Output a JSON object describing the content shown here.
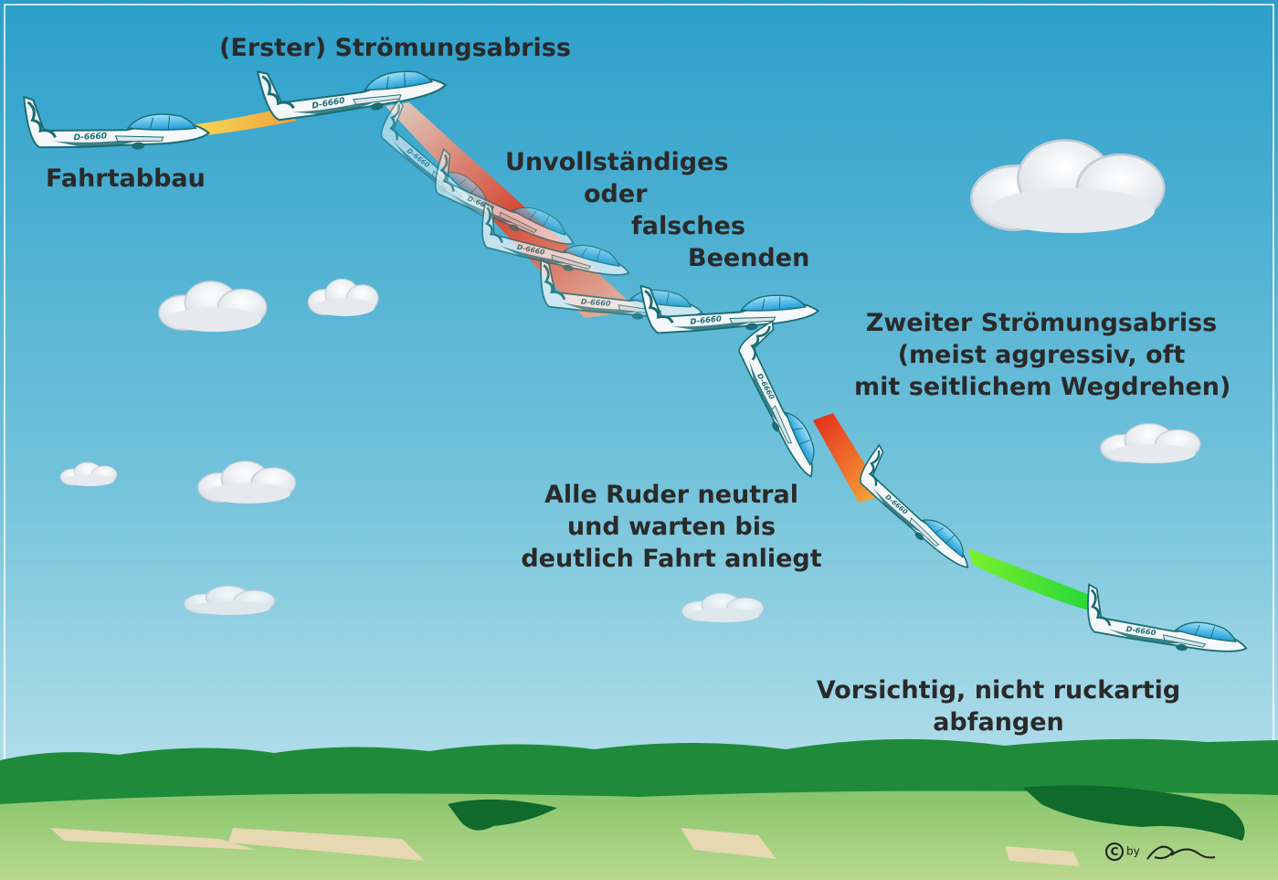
{
  "labels": {
    "fahrtabbau": "Fahrtabbau",
    "erster": "(Erster) Strömungsabriss",
    "unvollstaendig": [
      "Unvollständiges",
      "oder",
      "falsches",
      "Beenden"
    ],
    "zweiter": [
      "Zweiter Strömungsabriss",
      "(meist aggressiv, oft",
      "mit seitlichem Wegdrehen)"
    ],
    "ruder": [
      "Alle Ruder neutral",
      "und warten bis",
      "deutlich Fahrt anliegt"
    ],
    "abfangen": [
      "Vorsichtig, nicht ruckartig",
      "abfangen"
    ]
  },
  "glider_registration": "D-6660",
  "copyright": {
    "symbol": "C",
    "by": "by"
  },
  "colors": {
    "sky_top": "#2b9fca",
    "sky_bottom": "#c4e6ee",
    "hills_dark": "#1f8a3a",
    "hills_light": "#7fc066",
    "glider_body": "#f4f8fa",
    "glider_outline": "#1a6d74",
    "canopy": "#29b2e6",
    "trail_slow": "#f5c43a",
    "trail_stall": "#e5281a",
    "trail_recover": "#3be02c"
  }
}
